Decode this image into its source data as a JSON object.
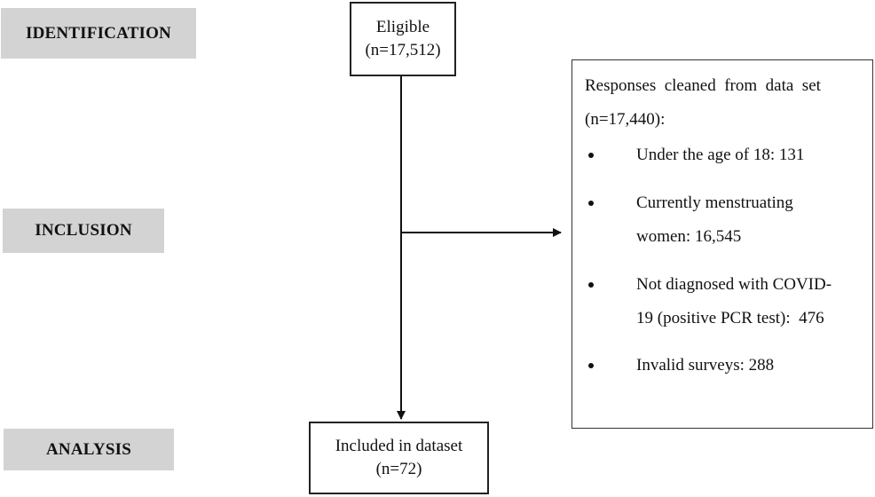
{
  "stages": {
    "identification": "IDENTIFICATION",
    "inclusion": "INCLUSION",
    "analysis": "ANALYSIS"
  },
  "eligible": {
    "label": "Eligible",
    "count": "(n=17,512)"
  },
  "excluded": {
    "heading_line1": "Responses  cleaned  from  data  set",
    "heading_line2": "(n=17,440):",
    "items": [
      {
        "line1": "Under the age of 18: 131",
        "line2": ""
      },
      {
        "line1": "Currently menstruating",
        "line2": "women: 16,545"
      },
      {
        "line1": "Not diagnosed with COVID-",
        "line2": "19 (positive PCR test):  476"
      },
      {
        "line1": "Invalid surveys: 288",
        "line2": ""
      }
    ]
  },
  "included": {
    "label": "Included in dataset",
    "count": "(n=72)"
  },
  "colors": {
    "stage_fill": "#d3d3d3",
    "line": "#111111"
  }
}
